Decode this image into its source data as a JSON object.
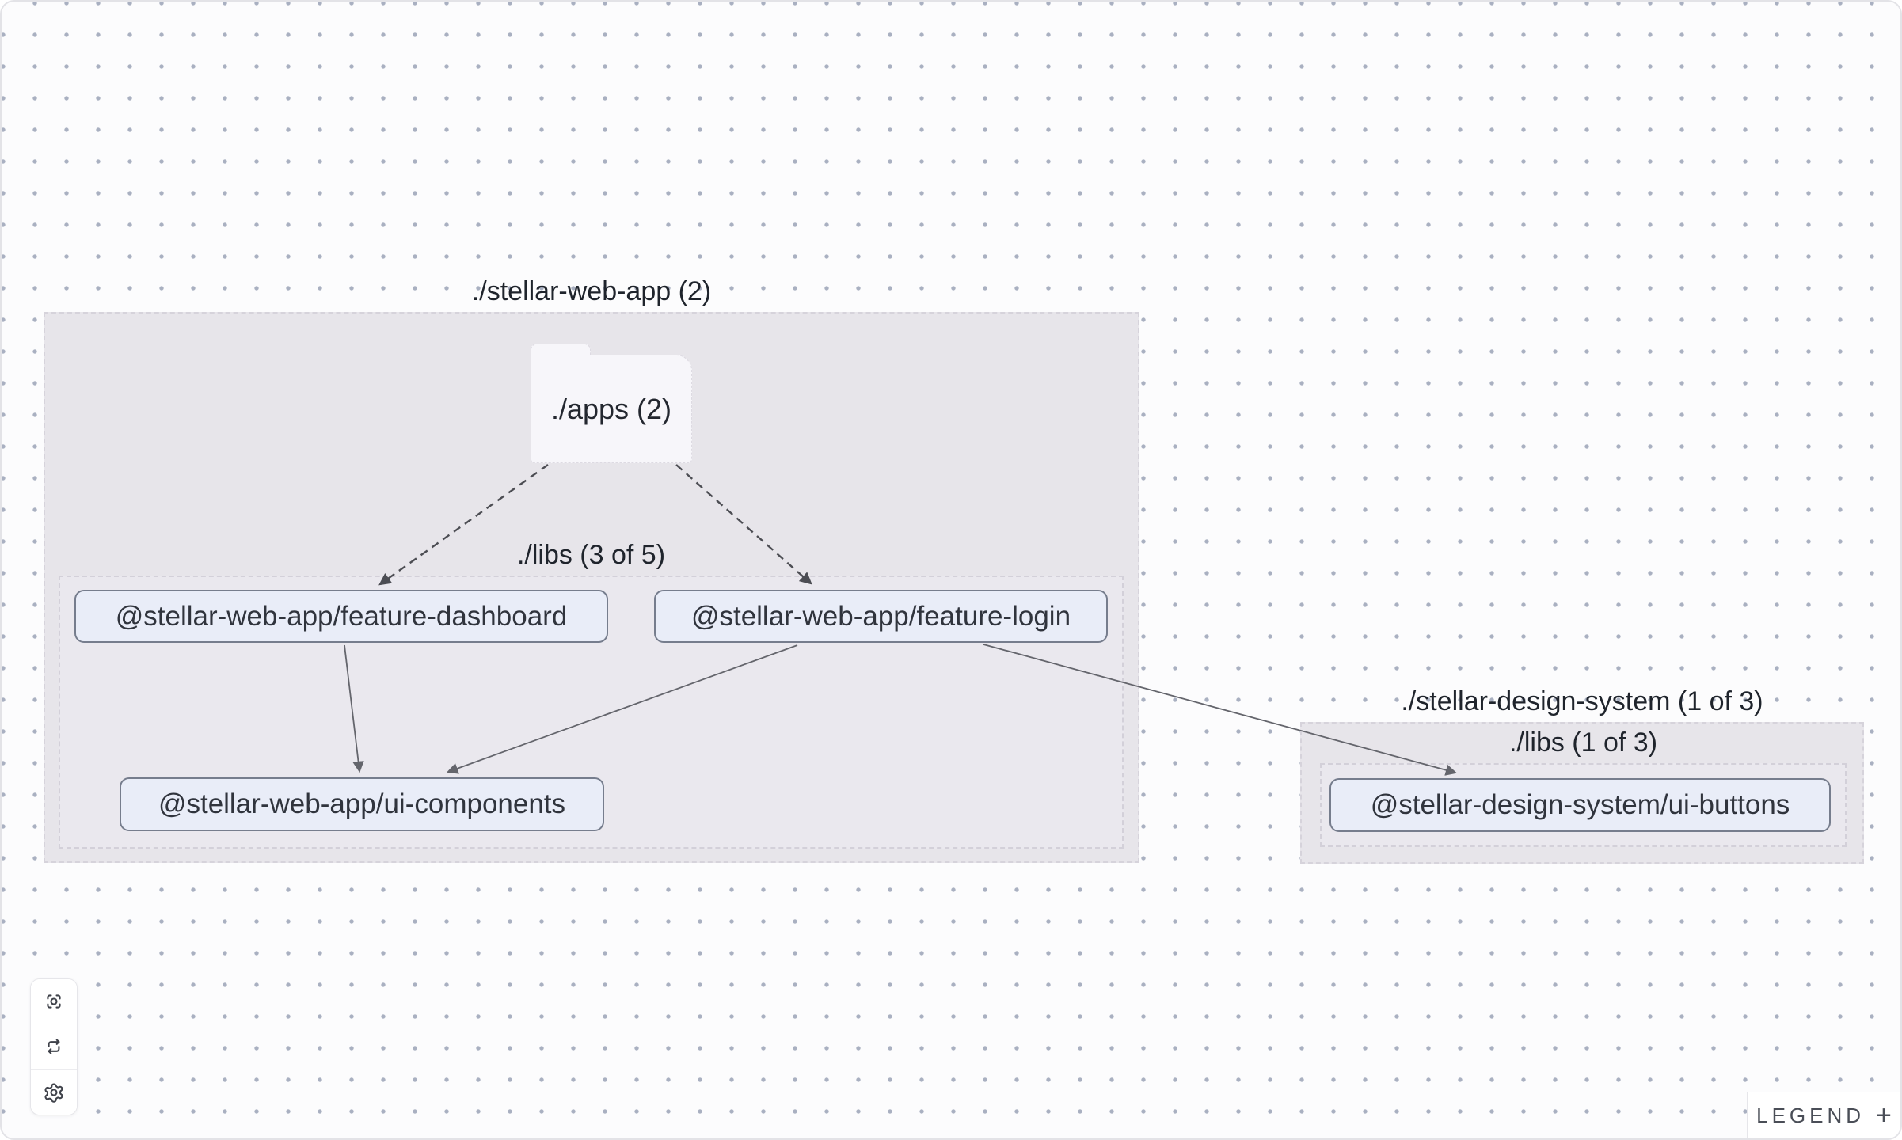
{
  "canvas": {
    "background": "#fcfcfd",
    "dot_color": "#a9b0c1"
  },
  "graph": {
    "groups": [
      {
        "id": "stellar-web-app",
        "label": "./stellar-web-app (2)",
        "sublabel": "./libs (3 of 5)",
        "folder_label": "./apps (2)"
      },
      {
        "id": "stellar-design-system",
        "label": "./stellar-design-system (1 of 3)",
        "sublabel": "./libs (1 of 3)"
      }
    ],
    "nodes": [
      {
        "id": "feature-dashboard",
        "label": "@stellar-web-app/feature-dashboard"
      },
      {
        "id": "feature-login",
        "label": "@stellar-web-app/feature-login"
      },
      {
        "id": "ui-components",
        "label": "@stellar-web-app/ui-components"
      },
      {
        "id": "ui-buttons",
        "label": "@stellar-design-system/ui-buttons"
      }
    ],
    "edges": [
      {
        "source": "./apps",
        "target": "feature-dashboard",
        "style": "dashed"
      },
      {
        "source": "./apps",
        "target": "feature-login",
        "style": "dashed"
      },
      {
        "source": "feature-dashboard",
        "target": "ui-components",
        "style": "solid"
      },
      {
        "source": "feature-login",
        "target": "ui-components",
        "style": "solid"
      },
      {
        "source": "feature-login",
        "target": "ui-buttons",
        "style": "solid"
      }
    ]
  },
  "colors": {
    "group_fill": "#e7e5ea",
    "subgroup_fill": "#eae8ee",
    "node_fill": "#e9edf8",
    "node_border": "#767d8d",
    "edge_dashed": "#4c4d53",
    "edge_solid": "#64656c"
  },
  "toolbar": {
    "buttons": [
      {
        "icon": "focus-icon"
      },
      {
        "icon": "refresh-icon"
      },
      {
        "icon": "settings-icon"
      }
    ]
  },
  "legend": {
    "label": "LEGEND",
    "expand_symbol": "+"
  }
}
